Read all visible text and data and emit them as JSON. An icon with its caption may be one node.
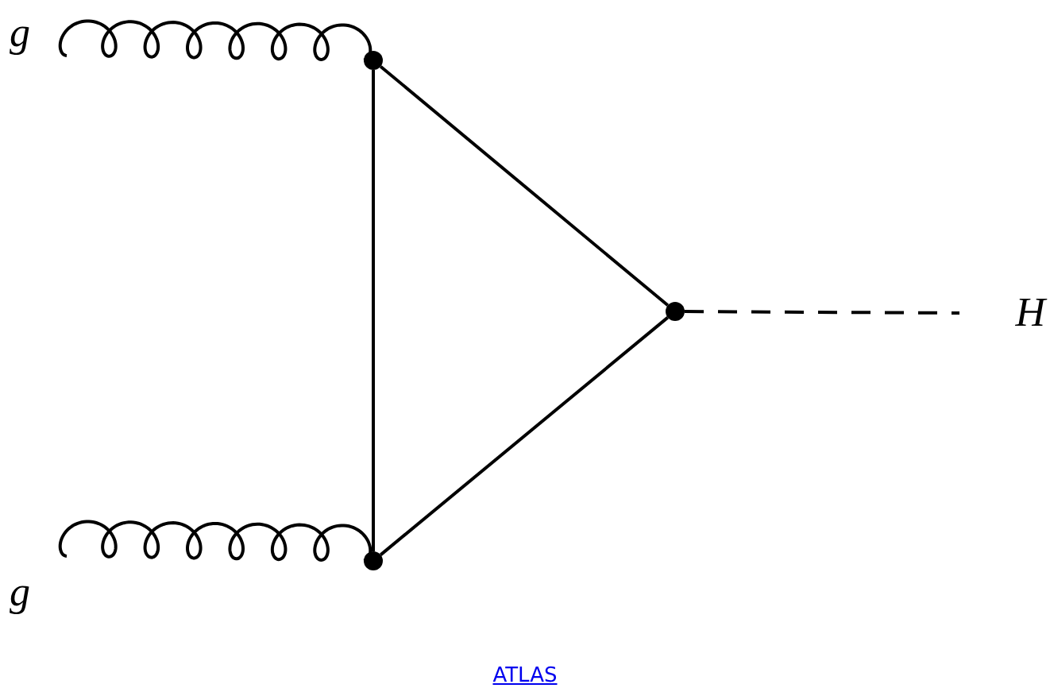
{
  "diagram": {
    "caption": "ATLAS",
    "nodes": [
      {
        "text": [
          "g"
        ]
      },
      {
        "text": [
          "g"
        ]
      },
      {
        "text": [],
        "shape": "circle"
      },
      {
        "text": [],
        "shape": "circle"
      },
      {
        "text": [],
        "shape": "circle"
      },
      {
        "text": [
          "H"
        ]
      }
    ],
    "edges": [
      {
        "from": 0,
        "to": 2,
        "arrow": "none"
      },
      {
        "from": 1,
        "to": 3,
        "arrow": "none"
      },
      {
        "from": 2,
        "to": 3,
        "arrow": "none"
      },
      {
        "from": 2,
        "to": 4,
        "arrow": "none"
      },
      {
        "from": 3,
        "to": 4,
        "arrow": "none"
      },
      {
        "from": 4,
        "to": 5,
        "arrow": "none",
        "style": "dashed"
      }
    ]
  }
}
